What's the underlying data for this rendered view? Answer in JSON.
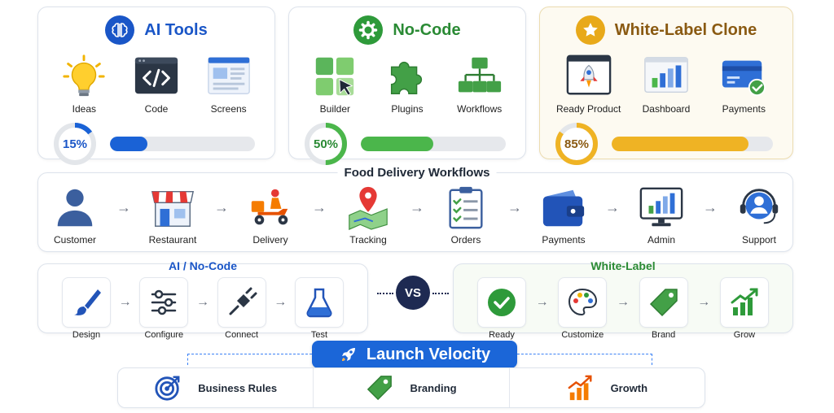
{
  "panels": [
    {
      "title": "AI Tools",
      "title_color": "#1a56c7",
      "badge_color": "#1a56c7",
      "items": [
        "Ideas",
        "Code",
        "Screens"
      ],
      "progress": 15,
      "progress_label": "15%",
      "bar_color": "#1a62d6"
    },
    {
      "title": "No-Code",
      "title_color": "#2a8a34",
      "badge_color": "#2e9a3a",
      "items": [
        "Builder",
        "Plugins",
        "Workflows"
      ],
      "progress": 50,
      "progress_label": "50%",
      "bar_color": "#4bb64b"
    },
    {
      "title": "White-Label Clone",
      "title_color": "#8a5a12",
      "badge_color": "#e8a91a",
      "items": [
        "Ready Product",
        "Dashboard",
        "Payments"
      ],
      "progress": 85,
      "progress_label": "85%",
      "bar_color": "#efb324"
    }
  ],
  "food_flow": {
    "title": "Food Delivery Workflows",
    "steps": [
      "Customer",
      "Restaurant",
      "Delivery",
      "Tracking",
      "Orders",
      "Payments",
      "Admin",
      "Support"
    ]
  },
  "ai_nocode": {
    "title": "AI / No-Code",
    "title_color": "#1a56c7",
    "steps": [
      "Design",
      "Configure",
      "Connect",
      "Test"
    ]
  },
  "versus": {
    "label": "VS"
  },
  "white_label": {
    "title": "White-Label",
    "title_color": "#2a8a34",
    "steps": [
      "Ready",
      "Customize",
      "Brand",
      "Grow"
    ]
  },
  "launch": {
    "label": "Launch Velocity"
  },
  "outcomes": [
    "Business Rules",
    "Branding",
    "Growth"
  ],
  "icons": [
    "gear-icon",
    "star-icon",
    "brain-icon",
    "lightbulb-icon",
    "code-icon",
    "screen-icon",
    "grid-cursor-icon",
    "puzzle-icon",
    "org-chart-icon",
    "rocket-icon",
    "bar-chart-icon",
    "card-check-icon"
  ]
}
